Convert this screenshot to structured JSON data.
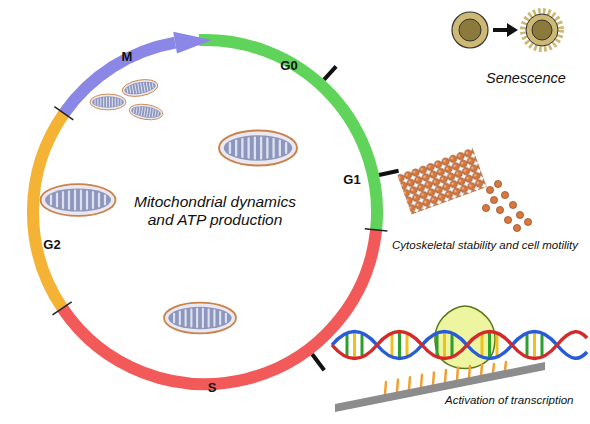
{
  "diagram": {
    "labels": [
      "M",
      "G0",
      "Senescence",
      "G1",
      "Mitochondrial dynamics and ATP production",
      "G2",
      "Cytoskeletal stability and cell motility",
      "Activation of transcription",
      "S"
    ]
  }
}
